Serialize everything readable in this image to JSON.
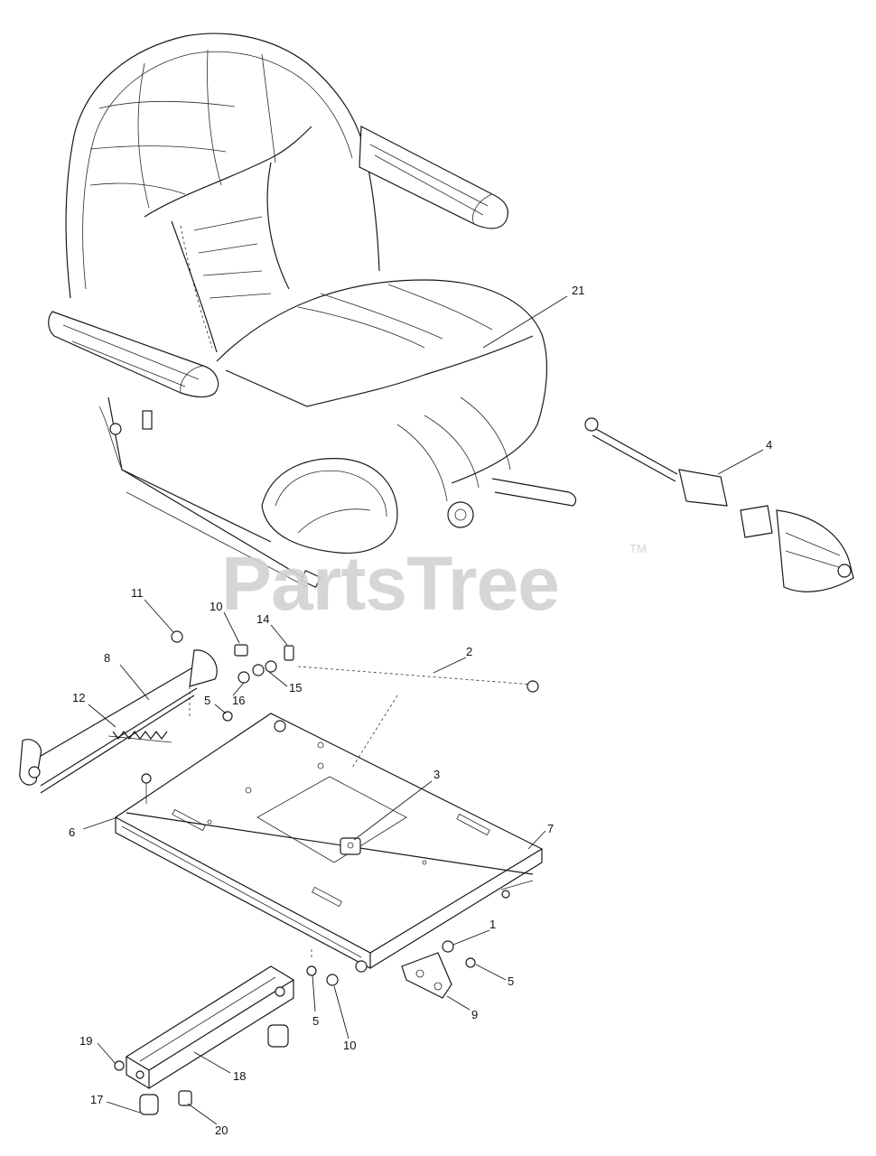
{
  "watermark": {
    "brand": "PartsTree",
    "trademark": "TM"
  },
  "callouts": [
    {
      "id": "c21",
      "label": "21"
    },
    {
      "id": "c4",
      "label": "4"
    },
    {
      "id": "c11",
      "label": "11"
    },
    {
      "id": "c10a",
      "label": "10"
    },
    {
      "id": "c14",
      "label": "14"
    },
    {
      "id": "c2",
      "label": "2"
    },
    {
      "id": "c8",
      "label": "8"
    },
    {
      "id": "c16",
      "label": "16"
    },
    {
      "id": "c15",
      "label": "15"
    },
    {
      "id": "c12",
      "label": "12"
    },
    {
      "id": "c5a",
      "label": "5"
    },
    {
      "id": "c3",
      "label": "3"
    },
    {
      "id": "c6",
      "label": "6"
    },
    {
      "id": "c7",
      "label": "7"
    },
    {
      "id": "c1",
      "label": "1"
    },
    {
      "id": "c5b",
      "label": "5"
    },
    {
      "id": "c9",
      "label": "9"
    },
    {
      "id": "c5c",
      "label": "5"
    },
    {
      "id": "c10b",
      "label": "10"
    },
    {
      "id": "c19",
      "label": "19"
    },
    {
      "id": "c18",
      "label": "18"
    },
    {
      "id": "c17",
      "label": "17"
    },
    {
      "id": "c20",
      "label": "20"
    }
  ]
}
